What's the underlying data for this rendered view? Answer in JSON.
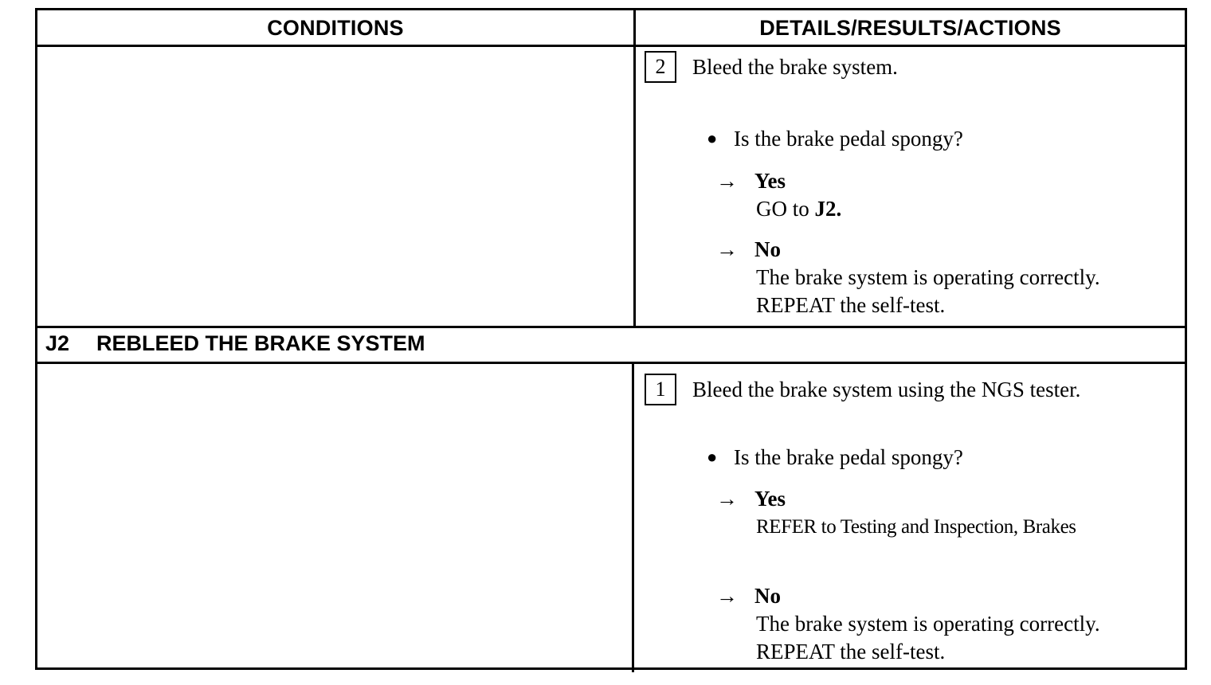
{
  "table": {
    "headers": {
      "conditions": "CONDITIONS",
      "details": "DETAILS/RESULTS/ACTIONS"
    },
    "block_1": {
      "step_number": "2",
      "step_text": "Bleed the brake system.",
      "question": "Is the brake pedal spongy?",
      "yes": {
        "arrow": "→",
        "label": "Yes",
        "line1_prefix": "GO to ",
        "line1_ref": "J2."
      },
      "no": {
        "arrow": "→",
        "label": "No",
        "line1": "The brake system is operating correctly.",
        "line2": "REPEAT the self-test."
      }
    },
    "section_j2": {
      "id": "J2",
      "title": "REBLEED THE BRAKE SYSTEM"
    },
    "block_2": {
      "step_number": "1",
      "step_text": "Bleed the brake system using the NGS tester.",
      "question": "Is the brake pedal spongy?",
      "yes": {
        "arrow": "→",
        "label": "Yes",
        "line1": "REFER to Testing and Inspection, Brakes"
      },
      "no": {
        "arrow": "→",
        "label": "No",
        "line1": "The brake system is operating correctly.",
        "line2": "REPEAT the self-test."
      }
    }
  }
}
